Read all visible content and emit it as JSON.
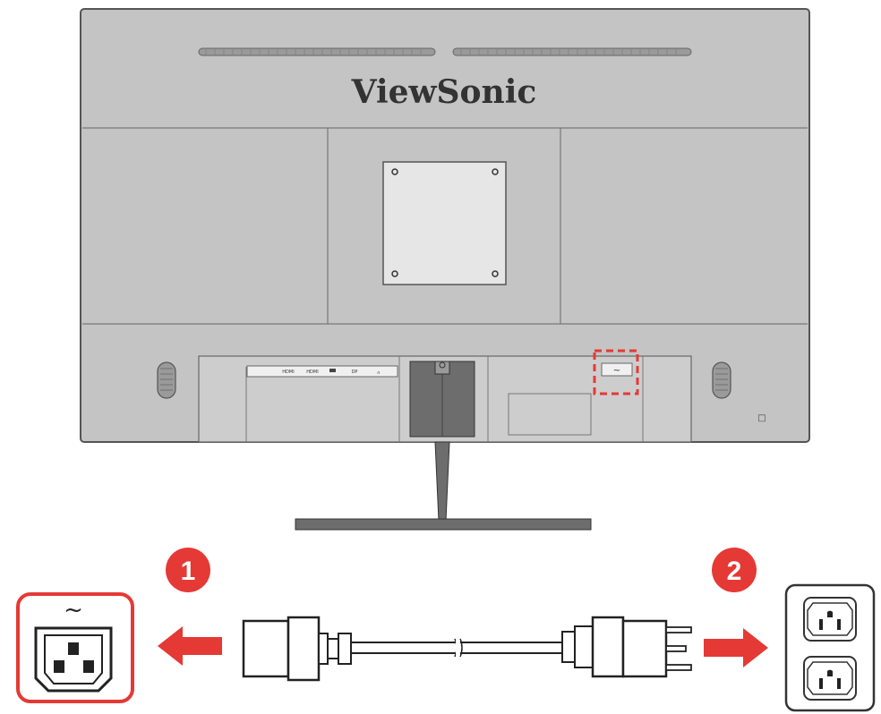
{
  "monitor": {
    "brand": "ViewSonic",
    "port_labels": [
      "HDMI",
      "HDMI",
      "DP",
      "∩"
    ],
    "power_symbol": "~",
    "lock_symbol": "□"
  },
  "steps": [
    {
      "number": "1"
    },
    {
      "number": "2"
    }
  ],
  "power_inlet": {
    "symbol": "~"
  },
  "colors": {
    "monitor_body": "#c4c4c4",
    "monitor_outline": "#555555",
    "accent_red": "#e53935",
    "stand": "#6d6d6d"
  }
}
